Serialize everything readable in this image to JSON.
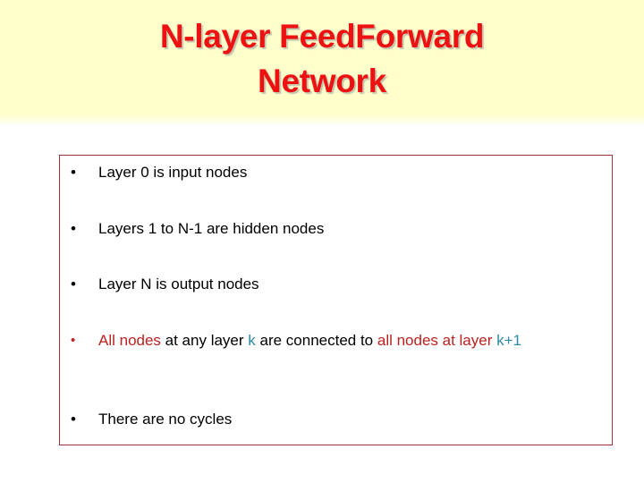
{
  "slide": {
    "title": "N-layer FeedForward\nNetwork",
    "title_color": "#ee1111",
    "banner_color": "#ffffcc",
    "box_border_color": "#99333a",
    "accent_red": "#bb2222",
    "accent_teal": "#2b8ba3",
    "bullet_glyph": "•"
  },
  "bullets": [
    {
      "marker": "•",
      "text": "Layer 0 is input nodes",
      "runs": [
        {
          "text": "Layer 0 is input nodes",
          "color": "black"
        }
      ]
    },
    {
      "marker": "•",
      "text": "Layers 1 to N-1 are hidden nodes",
      "runs": [
        {
          "text": "Layers 1 to N-1 are hidden nodes",
          "color": "black"
        }
      ]
    },
    {
      "marker": "•",
      "text": "Layer N is output nodes",
      "runs": [
        {
          "text": "Layer N is output nodes",
          "color": "black"
        }
      ]
    },
    {
      "marker": "•",
      "text": "All nodes at any layer k are connected to all nodes at layer k+1",
      "runs": [
        {
          "text": "All nodes",
          "color": "red"
        },
        {
          "text": " at any layer ",
          "color": "black"
        },
        {
          "text": "k",
          "color": "teal"
        },
        {
          "text": " are connected to ",
          "color": "black"
        },
        {
          "text": "all nodes at layer ",
          "color": "red"
        },
        {
          "text": "k+1",
          "color": "teal"
        }
      ]
    },
    {
      "marker": "•",
      "text": "There are no cycles",
      "runs": [
        {
          "text": "There are no cycles",
          "color": "black"
        }
      ]
    }
  ]
}
